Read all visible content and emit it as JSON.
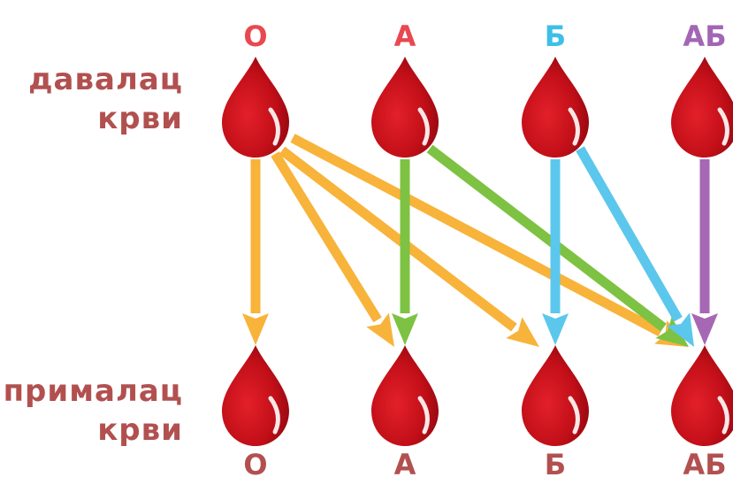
{
  "row_labels": {
    "donor": [
      "давалац",
      "крви"
    ],
    "recipient": [
      "прималац",
      "крви"
    ]
  },
  "blood_types": [
    {
      "id": "O",
      "label": "О",
      "color": "#e84850"
    },
    {
      "id": "A",
      "label": "А",
      "color": "#e84850"
    },
    {
      "id": "B",
      "label": "Б",
      "color": "#3dbfe8"
    },
    {
      "id": "AB",
      "label": "АБ",
      "color": "#a266b4"
    }
  ],
  "recipient_label_color": "#b25050",
  "label_color": "#b25050",
  "drop_color": "#c8101a",
  "arrow_colors": {
    "O": "#f8b33a",
    "A": "#7dc242",
    "B": "#5cc7ec",
    "AB": "#a667b5"
  },
  "donations": [
    {
      "from": "O",
      "to": "O"
    },
    {
      "from": "O",
      "to": "A"
    },
    {
      "from": "O",
      "to": "B"
    },
    {
      "from": "O",
      "to": "AB"
    },
    {
      "from": "A",
      "to": "A"
    },
    {
      "from": "A",
      "to": "AB"
    },
    {
      "from": "B",
      "to": "B"
    },
    {
      "from": "B",
      "to": "AB"
    },
    {
      "from": "AB",
      "to": "AB"
    }
  ]
}
